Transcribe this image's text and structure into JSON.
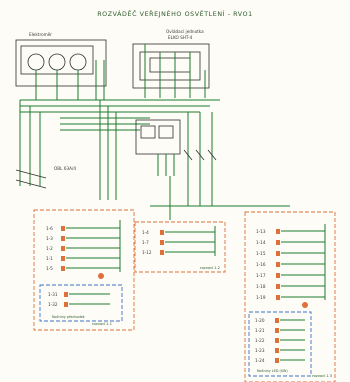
{
  "title": "ROZVÁDĚČ VEŘEJNÉHO OSVĚTLENÍ - RVO1",
  "meter_label": "Elektroměr",
  "timer_label_1": "Ovládací jednotka",
  "timer_label_2": "ELKO SHT-4",
  "main_breaker": "OBL 63A/4",
  "group1": {
    "circuits": [
      "1-6",
      "1-3",
      "1-2",
      "1-1",
      "1-5"
    ],
    "sub_circuits": [
      "1-31",
      "1-32"
    ],
    "label": "rozvod 1.1",
    "sub_label": "Nočníny přechodek"
  },
  "group2": {
    "circuits": [
      "1-4",
      "1-7",
      "1-12"
    ],
    "label": "rozvod 1.2"
  },
  "group3": {
    "circuits": [
      "1-13",
      "1-14",
      "1-15",
      "1-16",
      "1-17",
      "1-18",
      "1-19"
    ],
    "sub_circuits": [
      "1-20",
      "1-21",
      "1-22",
      "1-23",
      "1-24"
    ],
    "label": "rozvod 1.3",
    "sub_label": "Nočníny LED (SW)"
  },
  "colors": {
    "green": "#1d7a2e",
    "orange": "#e0703a",
    "blue": "#3d6fc6",
    "black": "#2d2d2d"
  }
}
